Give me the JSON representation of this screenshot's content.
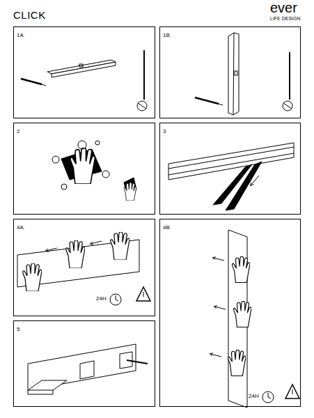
{
  "diagram": {
    "title": "CLICK",
    "nodes": [
      {
        "text": [
          "1A"
        ]
      },
      {
        "text": [
          "1B"
        ]
      },
      {
        "text": [
          "2"
        ]
      },
      {
        "text": [
          "3"
        ]
      },
      {
        "text": [
          "4A"
        ]
      },
      {
        "text": [
          "4B"
        ]
      },
      {
        "text": [
          "5"
        ]
      }
    ],
    "labels": [
      "ever",
      "LIFE DESIGN",
      "24H",
      "24H"
    ]
  }
}
